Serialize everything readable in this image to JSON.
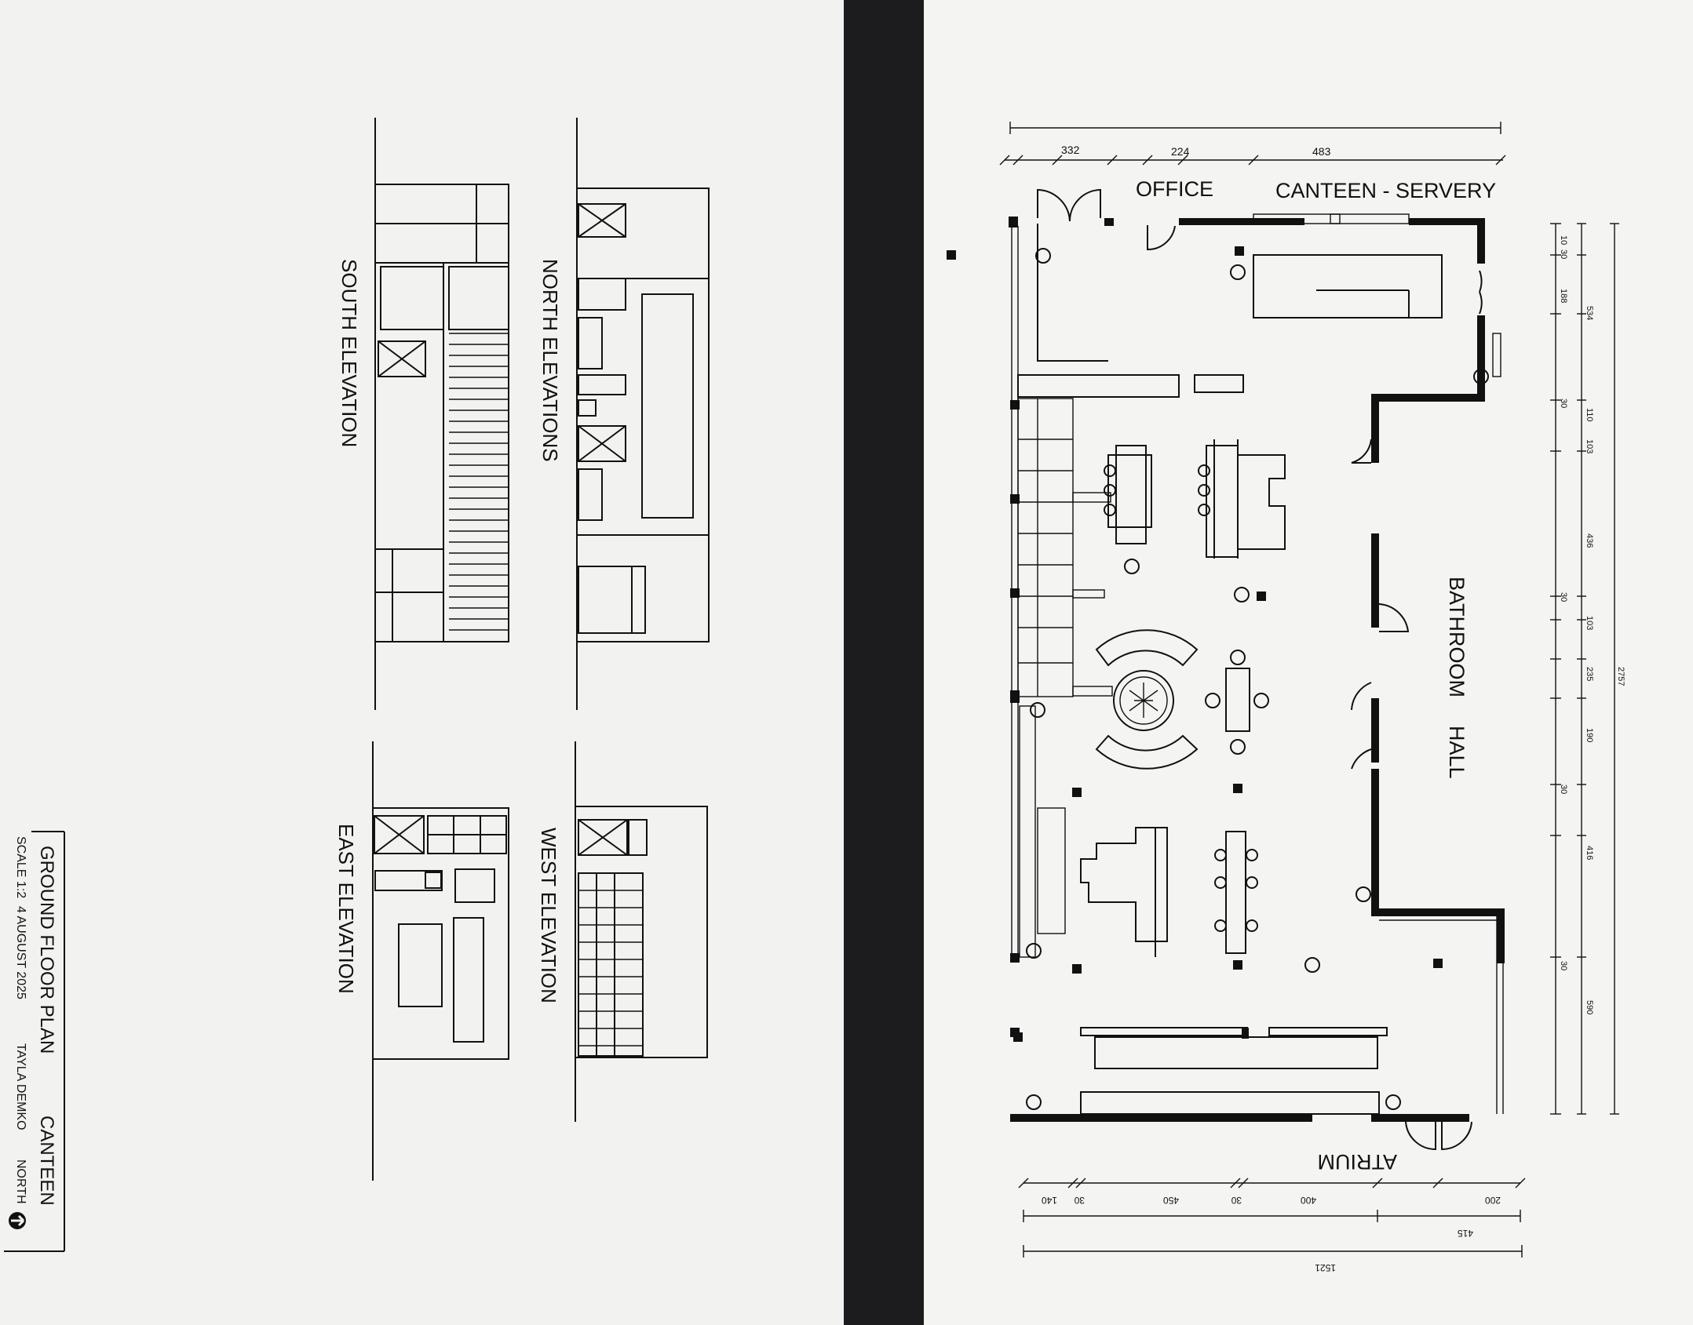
{
  "title_block": {
    "title": "GROUND FLOOR PLAN",
    "project": "CANTEEN",
    "scale": "SCALE 1:2",
    "date": "4 AUGUST 2025",
    "author": "TAYLA DEMKO",
    "north_label": "NORTH",
    "north_icon": "north-arrow-icon"
  },
  "elevations": {
    "south": "SOUTH  ELEVATION",
    "north": "NORTH  ELEVATIONS",
    "east": "EAST  ELEVATION",
    "west": "WEST  ELEVATION"
  },
  "plan": {
    "rooms": {
      "office": "OFFICE",
      "servery": "CANTEEN - SERVERY",
      "bathroom": "BATHROOM",
      "hall": "HALL",
      "atrium": "ATRIUM"
    },
    "dims_top": [
      "332",
      "224",
      "483"
    ],
    "dims_right": [
      "10",
      "30",
      "188",
      "534",
      "30",
      "110",
      "103",
      "436",
      "30",
      "103",
      "235",
      "190",
      "30",
      "416",
      "30",
      "590",
      "2757"
    ],
    "dims_bottom": [
      "140",
      "30",
      "450",
      "30",
      "400",
      "200",
      "415",
      "1521"
    ]
  },
  "colors": {
    "paper": "#f3f3f1",
    "ink": "#111111",
    "divider": "#1c1c1e"
  }
}
